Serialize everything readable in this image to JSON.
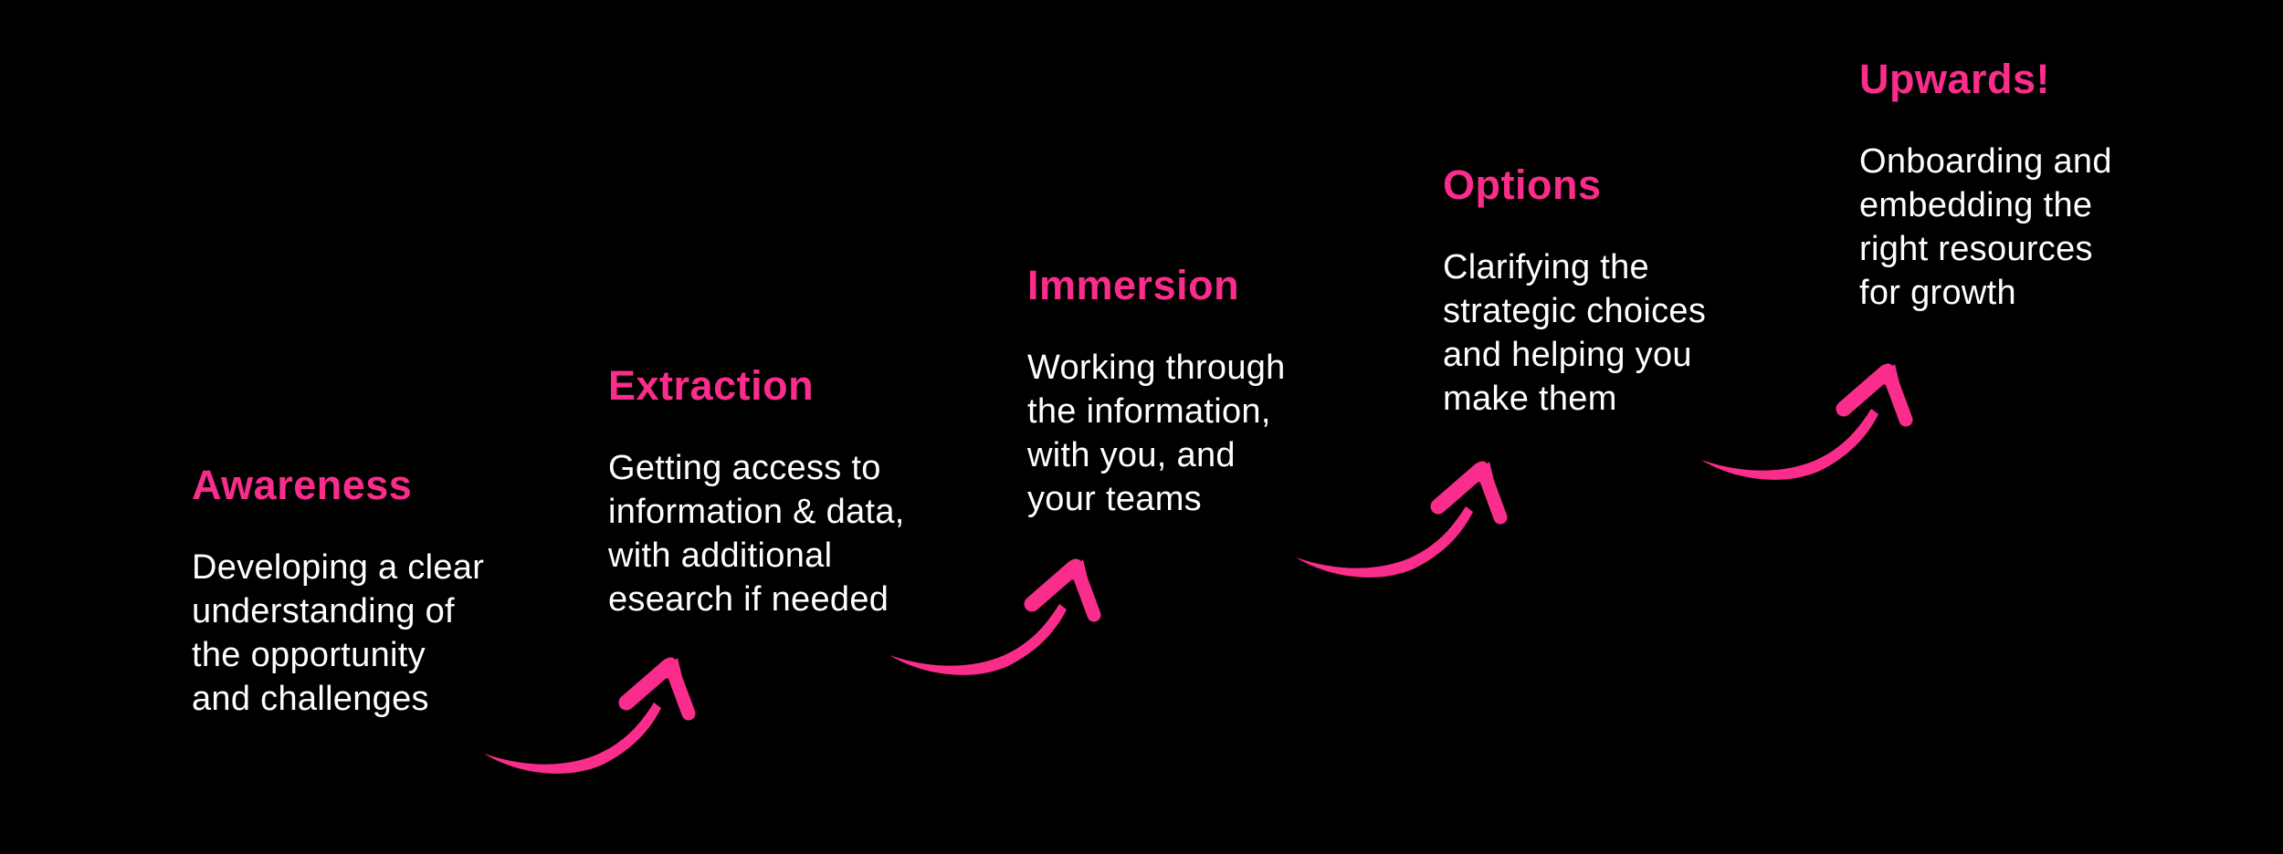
{
  "colors": {
    "background": "#000000",
    "accent": "#FA2D8C",
    "body_text": "#FFFFFF"
  },
  "steps": [
    {
      "title": "Awareness",
      "description": "Developing a clear\nunderstanding of\nthe opportunity\nand challenges"
    },
    {
      "title": "Extraction",
      "description": "Getting access to\ninformation & data,\nwith additional\nesearch if needed"
    },
    {
      "title": "Immersion",
      "description": "Working through\nthe information,\nwith you, and\nyour teams"
    },
    {
      "title": "Options",
      "description": "Clarifying the\nstrategic choices\nand helping you\nmake them"
    },
    {
      "title": "Upwards!",
      "description": "Onboarding and\nembedding the\nright resources\nfor growth"
    }
  ],
  "arrows": [
    {
      "name": "brush-arrow-1",
      "from": "Awareness",
      "to": "Extraction"
    },
    {
      "name": "brush-arrow-2",
      "from": "Extraction",
      "to": "Immersion"
    },
    {
      "name": "brush-arrow-3",
      "from": "Immersion",
      "to": "Options"
    },
    {
      "name": "brush-arrow-4",
      "from": "Options",
      "to": "Upwards!"
    }
  ]
}
